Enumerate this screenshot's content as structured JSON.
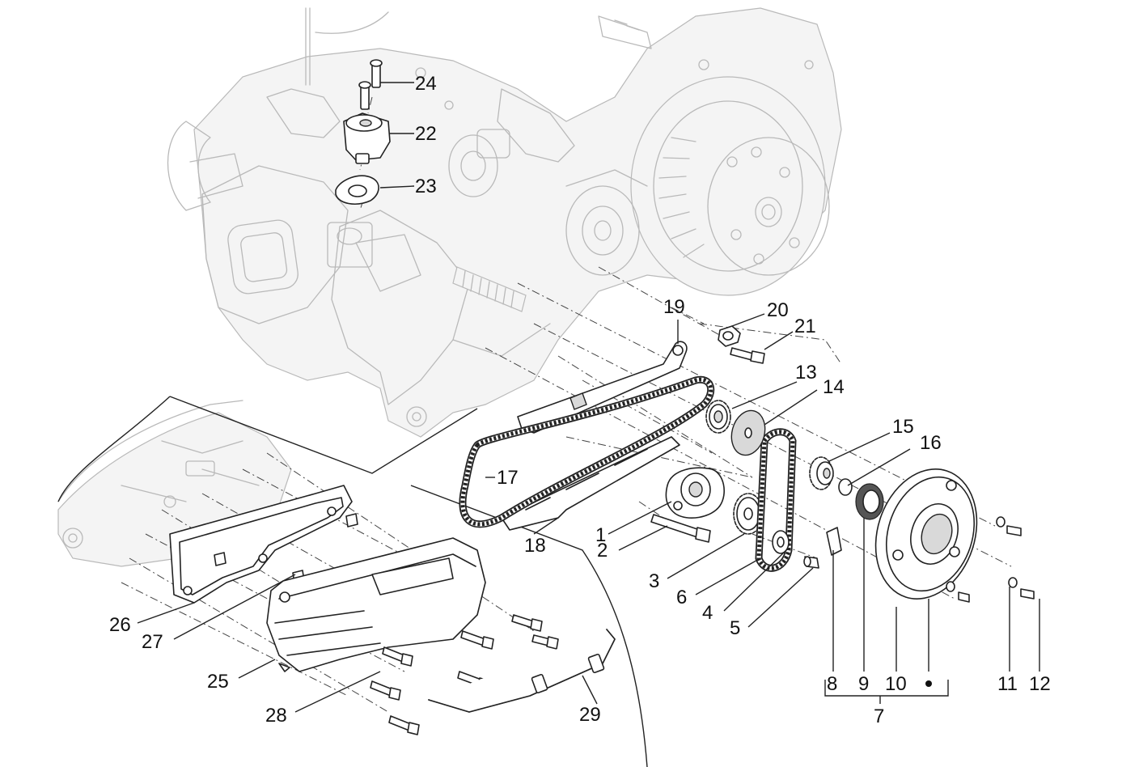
{
  "callouts": {
    "c1": "1",
    "c2": "2",
    "c3": "3",
    "c4": "4",
    "c5": "5",
    "c6": "6",
    "c7": "7",
    "c8": "8",
    "c9": "9",
    "c10": "10",
    "c11": "11",
    "c12": "12",
    "c13": "13",
    "c14": "14",
    "c15": "15",
    "c16": "16",
    "c17": "17",
    "c18": "18",
    "c19": "19",
    "c20": "20",
    "c21": "21",
    "c22": "22",
    "c23": "23",
    "c24": "24",
    "c25": "25",
    "c26": "26",
    "c27": "27",
    "c28": "28",
    "c29": "29"
  },
  "colors": {
    "line": "#222222",
    "ghost": "#b9b9b9",
    "background": "#ffffff"
  }
}
